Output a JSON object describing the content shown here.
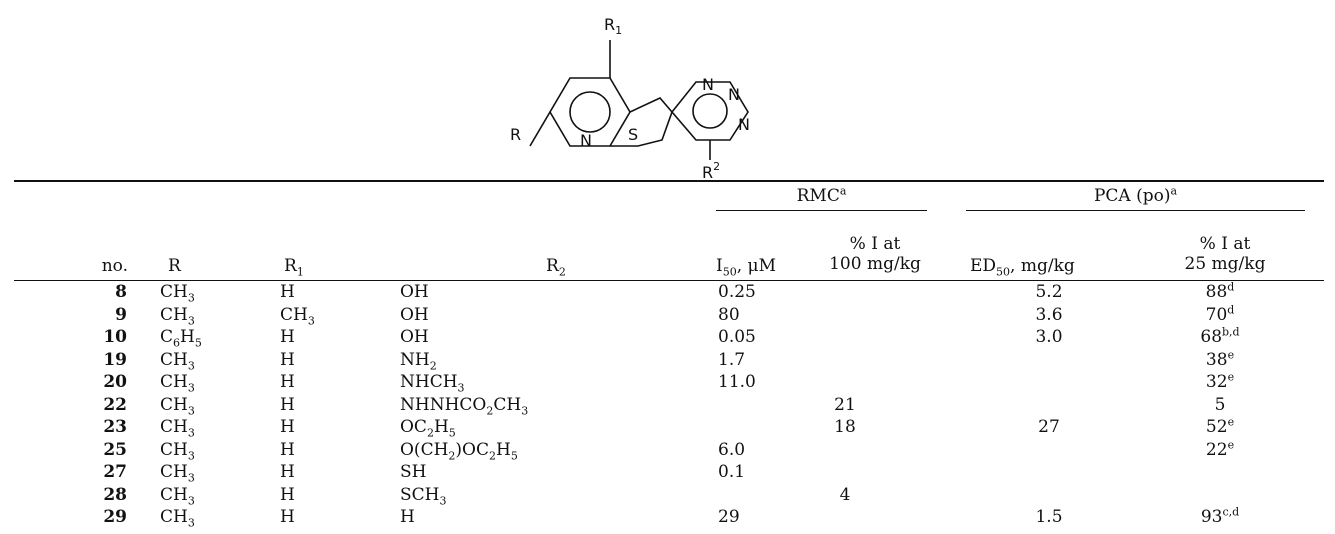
{
  "structure": {
    "labels": {
      "r": "R",
      "r1": "R",
      "r1_sub": "1",
      "r2": "R",
      "r2_sup": "2",
      "n": "N",
      "s": "S"
    }
  },
  "table": {
    "group_headers": {
      "rmc": "RMC",
      "rmc_note": "a",
      "pca": "PCA (po)",
      "pca_note": "a"
    },
    "columns": {
      "no": "no.",
      "r": "R",
      "r1_base": "R",
      "r1_sub": "1",
      "r2_base": "R",
      "r2_sub": "2",
      "i50_base": "I",
      "i50_sub": "50",
      "i50_unit": ", μM",
      "pi100_line1": "% I at",
      "pi100_line2": "100 mg/kg",
      "ed50_base": "ED",
      "ed50_sub": "50",
      "ed50_unit": ", mg/kg",
      "pi25_line1": "% I at",
      "pi25_line2": "25 mg/kg"
    },
    "rows": [
      {
        "no": "8",
        "r": "CH",
        "r_sub": "3",
        "r1": "H",
        "r1_sub": "",
        "r2_parts": [
          [
            "OH",
            ""
          ]
        ],
        "i50": "0.25",
        "pi100": "",
        "ed50": "5.2",
        "pi25": "88",
        "pi25_note": "d"
      },
      {
        "no": "9",
        "r": "CH",
        "r_sub": "3",
        "r1": "CH",
        "r1_sub": "3",
        "r2_parts": [
          [
            "OH",
            ""
          ]
        ],
        "i50": "80",
        "pi100": "",
        "ed50": "3.6",
        "pi25": "70",
        "pi25_note": "d"
      },
      {
        "no": "10",
        "r": "C",
        "r_sub": "6",
        "r_tail": "H",
        "r_tail_sub": "5",
        "r1": "H",
        "r1_sub": "",
        "r2_parts": [
          [
            "OH",
            ""
          ]
        ],
        "i50": "0.05",
        "pi100": "",
        "ed50": "3.0",
        "pi25": "68",
        "pi25_note": "b,d"
      },
      {
        "no": "19",
        "r": "CH",
        "r_sub": "3",
        "r1": "H",
        "r1_sub": "",
        "r2_parts": [
          [
            "NH",
            "2"
          ]
        ],
        "i50": "1.7",
        "pi100": "",
        "ed50": "",
        "pi25": "38",
        "pi25_note": "e"
      },
      {
        "no": "20",
        "r": "CH",
        "r_sub": "3",
        "r1": "H",
        "r1_sub": "",
        "r2_parts": [
          [
            "NHCH",
            "3"
          ]
        ],
        "i50": "11.0",
        "pi100": "",
        "ed50": "",
        "pi25": "32",
        "pi25_note": "e"
      },
      {
        "no": "22",
        "r": "CH",
        "r_sub": "3",
        "r1": "H",
        "r1_sub": "",
        "r2_parts": [
          [
            "NHNHCO",
            "2"
          ],
          [
            "CH",
            "3"
          ]
        ],
        "i50": "",
        "pi100": "21",
        "ed50": "",
        "pi25": "5",
        "pi25_note": ""
      },
      {
        "no": "23",
        "r": "CH",
        "r_sub": "3",
        "r1": "H",
        "r1_sub": "",
        "r2_parts": [
          [
            "OC",
            "2"
          ],
          [
            "H",
            "5"
          ]
        ],
        "i50": "",
        "pi100": "18",
        "ed50": "27",
        "pi25": "52",
        "pi25_note": "e"
      },
      {
        "no": "25",
        "r": "CH",
        "r_sub": "3",
        "r1": "H",
        "r1_sub": "",
        "r2_parts": [
          [
            "O(CH",
            "2"
          ],
          [
            ")OC",
            "2"
          ],
          [
            "H",
            "5"
          ]
        ],
        "i50": "6.0",
        "pi100": "",
        "ed50": "",
        "pi25": "22",
        "pi25_note": "e"
      },
      {
        "no": "27",
        "r": "CH",
        "r_sub": "3",
        "r1": "H",
        "r1_sub": "",
        "r2_parts": [
          [
            "SH",
            ""
          ]
        ],
        "i50": "0.1",
        "pi100": "",
        "ed50": "",
        "pi25": "",
        "pi25_note": ""
      },
      {
        "no": "28",
        "r": "CH",
        "r_sub": "3",
        "r1": "H",
        "r1_sub": "",
        "r2_parts": [
          [
            "SCH",
            "3"
          ]
        ],
        "i50": "",
        "pi100": "4",
        "ed50": "",
        "pi25": "",
        "pi25_note": ""
      },
      {
        "no": "29",
        "r": "CH",
        "r_sub": "3",
        "r1": "H",
        "r1_sub": "",
        "r2_parts": [
          [
            "H",
            ""
          ]
        ],
        "i50": "29",
        "pi100": "",
        "ed50": "1.5",
        "pi25": "93",
        "pi25_note": "c,d"
      }
    ]
  }
}
